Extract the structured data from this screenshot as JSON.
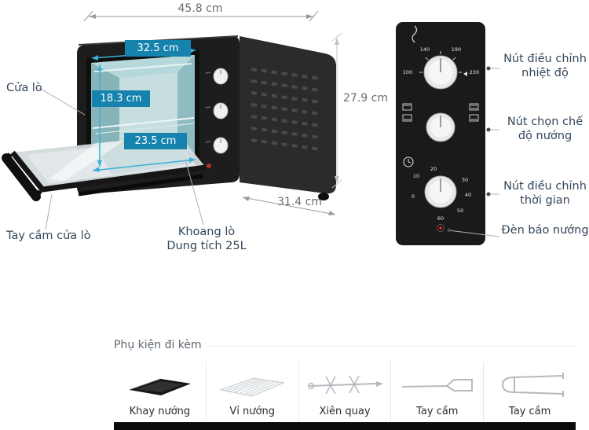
{
  "oven": {
    "dim_width": "45.8 cm",
    "dim_height": "27.9 cm",
    "dim_depth": "31.4 cm",
    "dim_inner_width": "32.5 cm",
    "dim_inner_height": "18.3 cm",
    "dim_inner_depth": "23.5 cm",
    "label_door": "Cửa lò",
    "label_door_handle": "Tay cầm cửa lò",
    "label_cavity_line1": "Khoang lò",
    "label_cavity_line2": "Dung tích 25L"
  },
  "control_panel": {
    "label_temperature": "Nút điều chỉnh nhiệt độ",
    "label_mode": "Nút chọn chế độ nướng",
    "label_timer": "Nút điều chỉnh thời gian",
    "label_indicator": "Đèn báo nướng",
    "temp_marks": [
      "100",
      "140",
      "190",
      "230"
    ],
    "timer_marks": [
      "0",
      "10",
      "20",
      "30",
      "40",
      "50",
      "60"
    ]
  },
  "accessories": {
    "title": "Phụ kiện đi kèm",
    "items": [
      "Khay nướng",
      "Vỉ nướng",
      "Xiên quay",
      "Tay cầm",
      "Tay cầm"
    ]
  },
  "colors": {
    "dimension_badge": "#1583ae",
    "dimension_arrow": "#3ab0d6",
    "indicator_light": "#cf3b2d",
    "interior_teal": "#9fc8cb",
    "bottom_bar": "#0b0b0b"
  }
}
